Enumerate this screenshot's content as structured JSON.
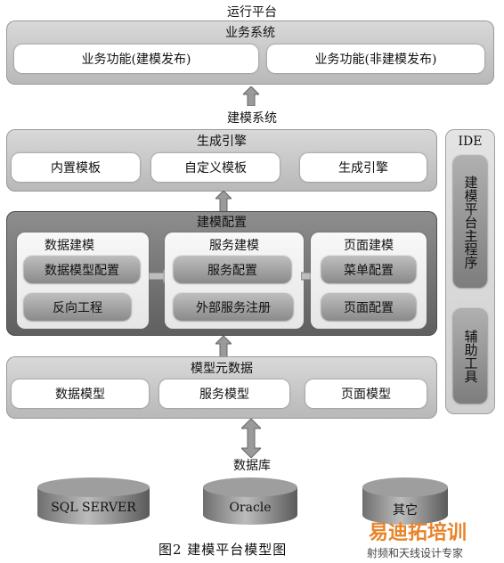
{
  "runtime_platform": {
    "title": "运行平台",
    "business_system": {
      "title": "业务系统",
      "items": [
        "业务功能(建模发布)",
        "业务功能(非建模发布)"
      ]
    }
  },
  "modeling_system": {
    "title": "建模系统",
    "generation_engine": {
      "title": "生成引擎",
      "items": [
        "内置模板",
        "自定义模板",
        "生成引擎"
      ]
    },
    "modeling_config": {
      "title": "建模配置",
      "data_modeling": {
        "title": "数据建模",
        "items": [
          "数据模型配置",
          "反向工程"
        ]
      },
      "service_modeling": {
        "title": "服务建模",
        "items": [
          "服务配置",
          "外部服务注册"
        ]
      },
      "page_modeling": {
        "title": "页面建模",
        "items": [
          "菜单配置",
          "页面配置"
        ]
      }
    },
    "model_metadata": {
      "title": "模型元数据",
      "items": [
        "数据模型",
        "服务模型",
        "页面模型"
      ]
    }
  },
  "ide": {
    "title": "IDE",
    "main_program": "建模平台主程序",
    "aux_tools": "辅助工具"
  },
  "database": {
    "title": "数据库",
    "items": [
      "SQL SERVER",
      "Oracle",
      "其它"
    ]
  },
  "caption": "图2   建模平台模型图",
  "watermark": {
    "brand": "易迪拓培训",
    "slogan": "射频和天线设计专家"
  }
}
